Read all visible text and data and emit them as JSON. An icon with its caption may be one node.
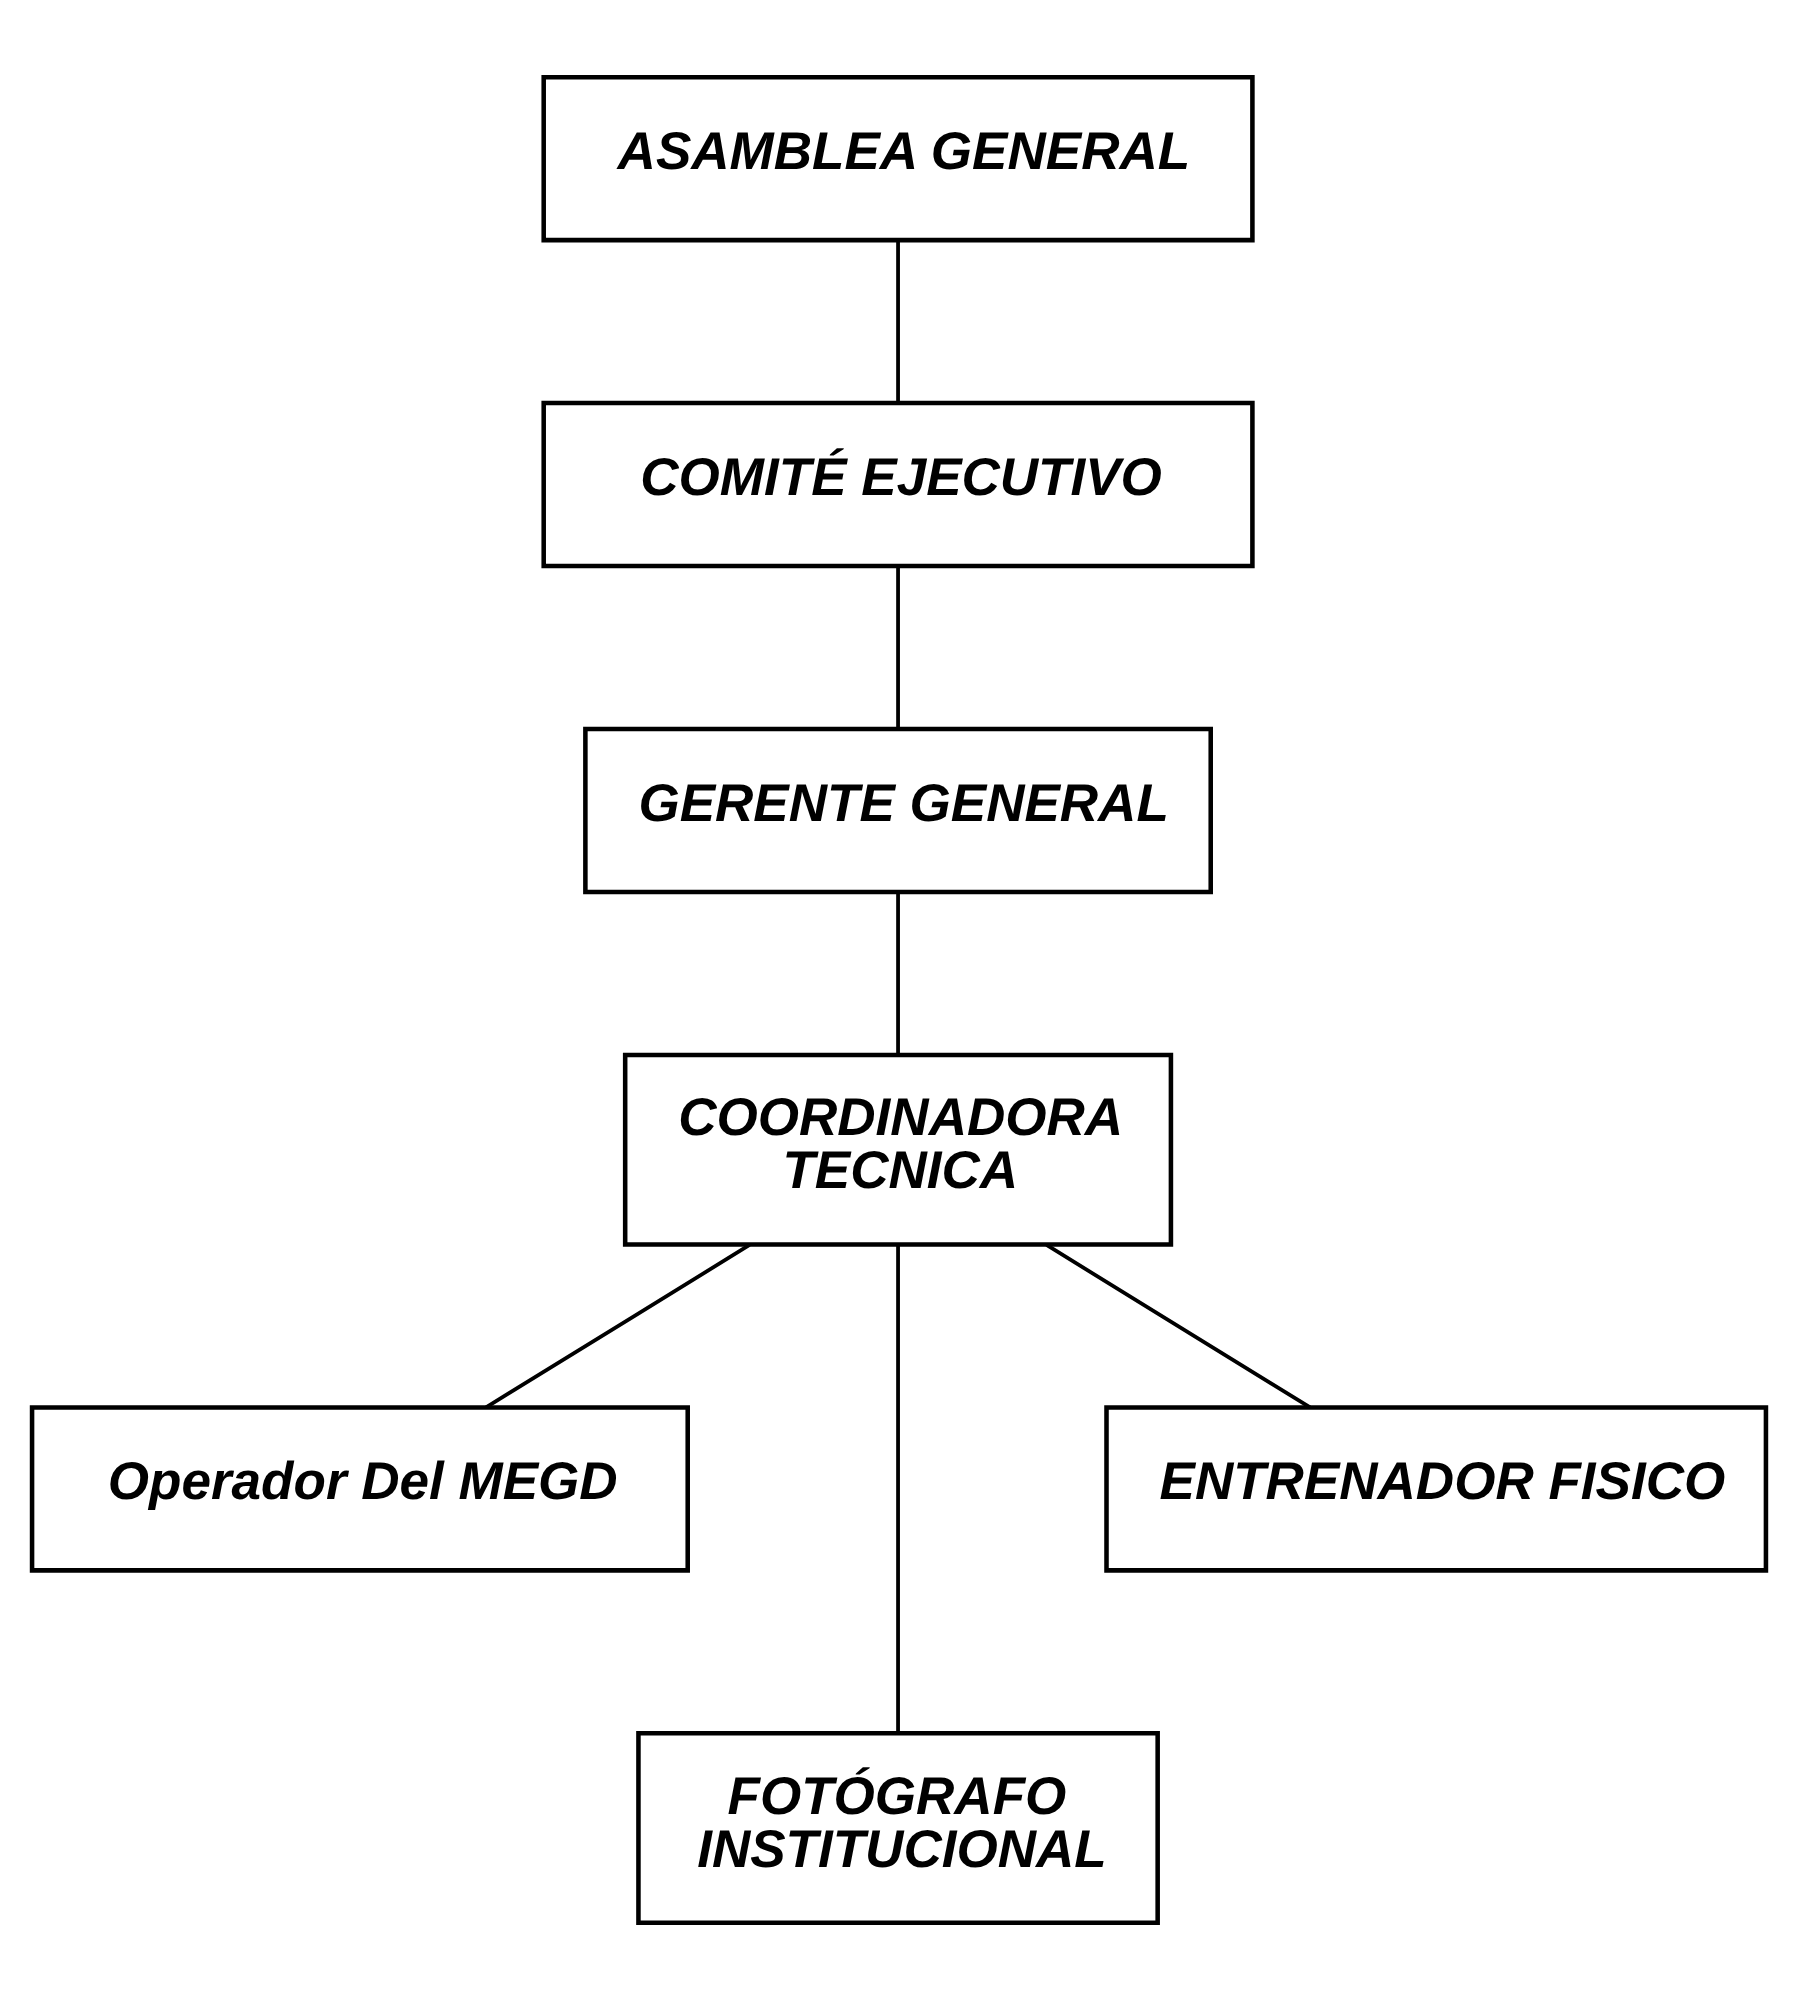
{
  "diagram": {
    "nodes": [
      {
        "text": [
          "ASAMBLEA GENERAL"
        ]
      },
      {
        "text": [
          "COMITÉ EJECUTIVO"
        ]
      },
      {
        "text": [
          "GERENTE GENERAL"
        ]
      },
      {
        "text": [
          "COORDINADORA TECNICA"
        ]
      },
      {
        "text": [
          "Operador Del MEGD"
        ]
      },
      {
        "text": [
          "ENTRENADOR FISICO"
        ]
      },
      {
        "text": [
          "FOTÓGRAFO INSTITUCIONAL"
        ]
      }
    ],
    "edges": [
      {
        "from": 0,
        "to": 1,
        "arrow": "none"
      },
      {
        "from": 1,
        "to": 2,
        "arrow": "none"
      },
      {
        "from": 2,
        "to": 3,
        "arrow": "none"
      },
      {
        "from": 3,
        "to": 4,
        "arrow": "none"
      },
      {
        "from": 3,
        "to": 6,
        "arrow": "none"
      },
      {
        "from": 3,
        "to": 5,
        "arrow": "none"
      }
    ]
  }
}
